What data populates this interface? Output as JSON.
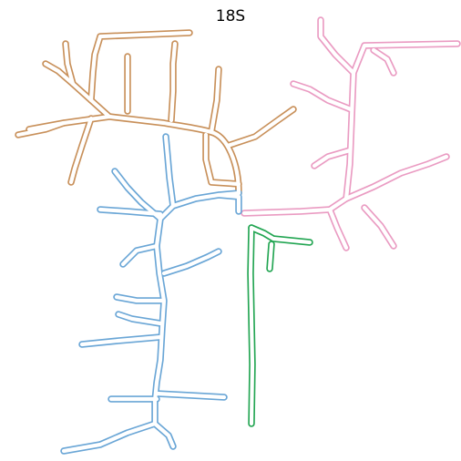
{
  "title": "18S",
  "domains": [
    {
      "id": "five-prime",
      "color": "#c8905a"
    },
    {
      "id": "central",
      "color": "#ea9bc2"
    },
    {
      "id": "three-prime-major",
      "color": "#6aa6d6"
    },
    {
      "id": "three-prime-minor",
      "color": "#22a552"
    }
  ]
}
